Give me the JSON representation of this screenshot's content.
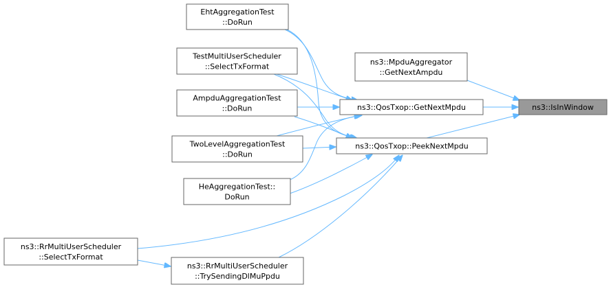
{
  "graph": {
    "nodes": {
      "eht_aggregation_test": {
        "lines": [
          "EhtAggregationTest",
          "::DoRun"
        ]
      },
      "test_multi_user_scheduler": {
        "lines": [
          "TestMultiUserScheduler",
          "::SelectTxFormat"
        ]
      },
      "ampdu_aggregation_test": {
        "lines": [
          "AmpduAggregationTest",
          "::DoRun"
        ]
      },
      "two_level_aggregation_test": {
        "lines": [
          "TwoLevelAggregationTest",
          "::DoRun"
        ]
      },
      "he_aggregation_test": {
        "lines": [
          "HeAggregationTest::",
          "DoRun"
        ]
      },
      "rr_select_tx_format": {
        "lines": [
          "ns3::RrMultiUserScheduler",
          "::SelectTxFormat"
        ]
      },
      "rr_try_sending_dl_mu_ppdu": {
        "lines": [
          "ns3::RrMultiUserScheduler",
          "::TrySendingDlMuPpdu"
        ]
      },
      "mpdu_aggregator_get_next_ampdu": {
        "lines": [
          "ns3::MpduAggregator",
          "::GetNextAmpdu"
        ]
      },
      "qos_txop_get_next_mpdu": {
        "lines": [
          "ns3::QosTxop::GetNextMpdu"
        ]
      },
      "qos_txop_peek_next_mpdu": {
        "lines": [
          "ns3::QosTxop::PeekNextMpdu"
        ]
      }
    },
    "focus": {
      "label": "ns3::IsInWindow"
    }
  },
  "colors": {
    "edge": "#63b8ff",
    "node_border": "#666666",
    "focus_fill": "#999999",
    "node_fill": "#ffffff"
  }
}
